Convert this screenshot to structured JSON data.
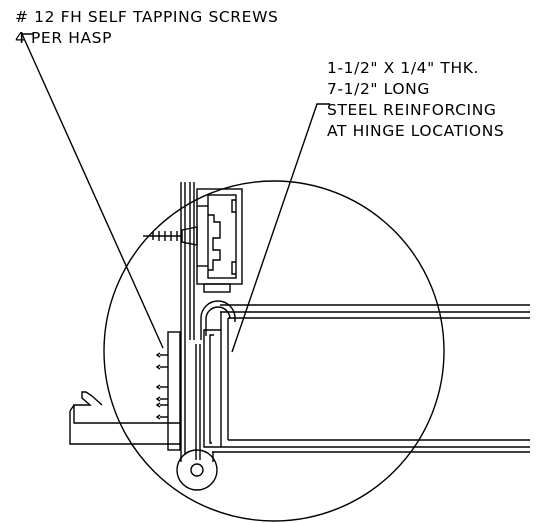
{
  "annotations": {
    "screws": {
      "lines": [
        "# 12 FH SELF TAPPING SCREWS",
        "4 PER HASP"
      ]
    },
    "reinforcing": {
      "lines": [
        "1-1/2\" X 1/4\" THK.",
        "7-1/2\" LONG",
        "STEEL REINFORCING",
        "AT HINGE LOCATIONS"
      ]
    }
  },
  "colors": {
    "ink": "#000000",
    "paper": "#ffffff"
  }
}
